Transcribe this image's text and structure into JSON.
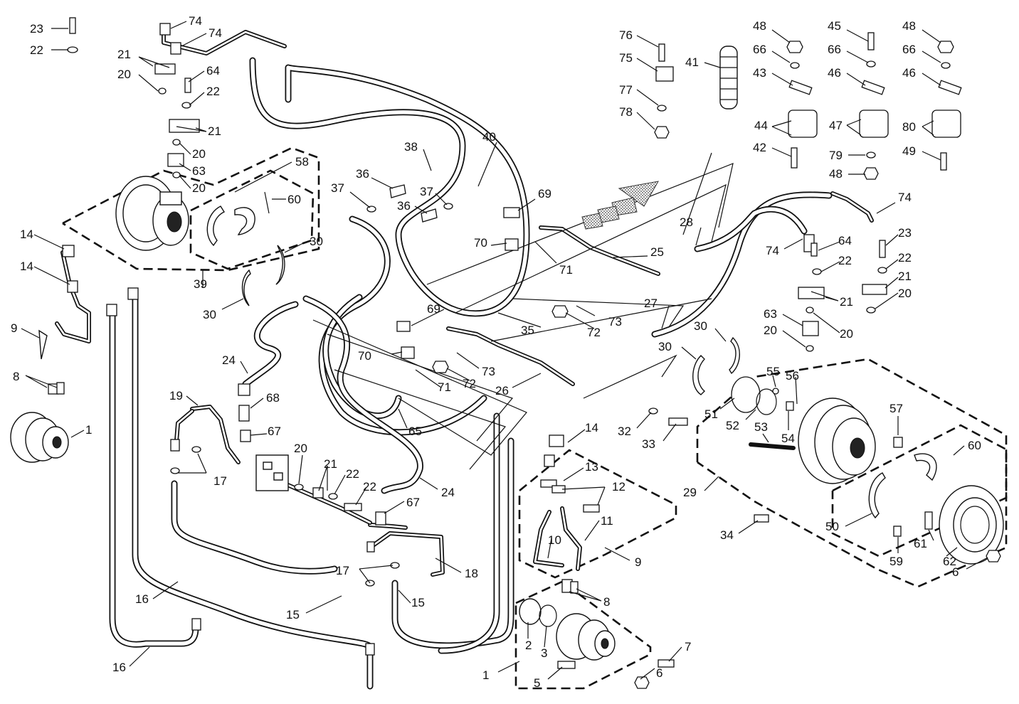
{
  "callouts": [
    {
      "id": "c23a",
      "text": "23"
    },
    {
      "id": "c22a",
      "text": "22"
    },
    {
      "id": "c74a",
      "text": "74"
    },
    {
      "id": "c74b",
      "text": "74"
    },
    {
      "id": "c21a",
      "text": "21"
    },
    {
      "id": "c20a",
      "text": "20"
    },
    {
      "id": "c64a",
      "text": "64"
    },
    {
      "id": "c22b",
      "text": "22"
    },
    {
      "id": "c21b",
      "text": "21"
    },
    {
      "id": "c20b",
      "text": "20"
    },
    {
      "id": "c63a",
      "text": "63"
    },
    {
      "id": "c20c",
      "text": "20"
    },
    {
      "id": "c58",
      "text": "58"
    },
    {
      "id": "c60a",
      "text": "60"
    },
    {
      "id": "c39",
      "text": "39"
    },
    {
      "id": "c30a",
      "text": "30"
    },
    {
      "id": "c30b",
      "text": "30"
    },
    {
      "id": "c14a",
      "text": "14"
    },
    {
      "id": "c14b",
      "text": "14"
    },
    {
      "id": "c9a",
      "text": "9"
    },
    {
      "id": "c8a",
      "text": "8"
    },
    {
      "id": "c1a",
      "text": "1"
    },
    {
      "id": "c38",
      "text": "38"
    },
    {
      "id": "c40",
      "text": "40"
    },
    {
      "id": "c36a",
      "text": "36"
    },
    {
      "id": "c37a",
      "text": "37"
    },
    {
      "id": "c37b",
      "text": "37"
    },
    {
      "id": "c36b",
      "text": "36"
    },
    {
      "id": "c69a",
      "text": "69"
    },
    {
      "id": "c70a",
      "text": "70"
    },
    {
      "id": "c71a",
      "text": "71"
    },
    {
      "id": "c25",
      "text": "25"
    },
    {
      "id": "c73a",
      "text": "73"
    },
    {
      "id": "c72a",
      "text": "72"
    },
    {
      "id": "c35",
      "text": "35"
    },
    {
      "id": "c69b",
      "text": "69"
    },
    {
      "id": "c70b",
      "text": "70"
    },
    {
      "id": "c71b",
      "text": "71"
    },
    {
      "id": "c72b",
      "text": "72"
    },
    {
      "id": "c73b",
      "text": "73"
    },
    {
      "id": "c26",
      "text": "26"
    },
    {
      "id": "c24a",
      "text": "24"
    },
    {
      "id": "c19",
      "text": "19"
    },
    {
      "id": "c68",
      "text": "68"
    },
    {
      "id": "c67a",
      "text": "67"
    },
    {
      "id": "c20d",
      "text": "20"
    },
    {
      "id": "c21c",
      "text": "21"
    },
    {
      "id": "c22c",
      "text": "22"
    },
    {
      "id": "c22d",
      "text": "22"
    },
    {
      "id": "c17a",
      "text": "17"
    },
    {
      "id": "c65",
      "text": "65"
    },
    {
      "id": "c24b",
      "text": "24"
    },
    {
      "id": "c67b",
      "text": "67"
    },
    {
      "id": "c18",
      "text": "18"
    },
    {
      "id": "c17b",
      "text": "17"
    },
    {
      "id": "c15a",
      "text": "15"
    },
    {
      "id": "c15b",
      "text": "15"
    },
    {
      "id": "c16a",
      "text": "16"
    },
    {
      "id": "c16b",
      "text": "16"
    },
    {
      "id": "c76",
      "text": "76"
    },
    {
      "id": "c75",
      "text": "75"
    },
    {
      "id": "c77",
      "text": "77"
    },
    {
      "id": "c78",
      "text": "78"
    },
    {
      "id": "c41",
      "text": "41"
    },
    {
      "id": "c48a",
      "text": "48"
    },
    {
      "id": "c66a",
      "text": "66"
    },
    {
      "id": "c43",
      "text": "43"
    },
    {
      "id": "c44",
      "text": "44"
    },
    {
      "id": "c42",
      "text": "42"
    },
    {
      "id": "c45",
      "text": "45"
    },
    {
      "id": "c66b",
      "text": "66"
    },
    {
      "id": "c46a",
      "text": "46"
    },
    {
      "id": "c47",
      "text": "47"
    },
    {
      "id": "c79",
      "text": "79"
    },
    {
      "id": "c48b",
      "text": "48"
    },
    {
      "id": "c48c",
      "text": "48"
    },
    {
      "id": "c66c",
      "text": "66"
    },
    {
      "id": "c46b",
      "text": "46"
    },
    {
      "id": "c80",
      "text": "80"
    },
    {
      "id": "c49",
      "text": "49"
    },
    {
      "id": "c74c",
      "text": "74"
    },
    {
      "id": "c28",
      "text": "28"
    },
    {
      "id": "c74d",
      "text": "74"
    },
    {
      "id": "c64b",
      "text": "64"
    },
    {
      "id": "c22e",
      "text": "22"
    },
    {
      "id": "c23b",
      "text": "23"
    },
    {
      "id": "c22f",
      "text": "22"
    },
    {
      "id": "c21d",
      "text": "21"
    },
    {
      "id": "c20e",
      "text": "20"
    },
    {
      "id": "c21e",
      "text": "21"
    },
    {
      "id": "c63b",
      "text": "63"
    },
    {
      "id": "c20f",
      "text": "20"
    },
    {
      "id": "c20g",
      "text": "20"
    },
    {
      "id": "c27",
      "text": "27"
    },
    {
      "id": "c30c",
      "text": "30"
    },
    {
      "id": "c30d",
      "text": "30"
    },
    {
      "id": "c55",
      "text": "55"
    },
    {
      "id": "c56",
      "text": "56"
    },
    {
      "id": "c51",
      "text": "51"
    },
    {
      "id": "c52",
      "text": "52"
    },
    {
      "id": "c53",
      "text": "53"
    },
    {
      "id": "c54",
      "text": "54"
    },
    {
      "id": "c57",
      "text": "57"
    },
    {
      "id": "c60b",
      "text": "60"
    },
    {
      "id": "c32",
      "text": "32"
    },
    {
      "id": "c33",
      "text": "33"
    },
    {
      "id": "c29",
      "text": "29"
    },
    {
      "id": "c14c",
      "text": "14"
    },
    {
      "id": "c13",
      "text": "13"
    },
    {
      "id": "c12",
      "text": "12"
    },
    {
      "id": "c11",
      "text": "11"
    },
    {
      "id": "c10",
      "text": "10"
    },
    {
      "id": "c9b",
      "text": "9"
    },
    {
      "id": "c8b",
      "text": "8"
    },
    {
      "id": "c2",
      "text": "2"
    },
    {
      "id": "c3",
      "text": "3"
    },
    {
      "id": "c1b",
      "text": "1"
    },
    {
      "id": "c5",
      "text": "5"
    },
    {
      "id": "c6a",
      "text": "6"
    },
    {
      "id": "c7",
      "text": "7"
    },
    {
      "id": "c50",
      "text": "50"
    },
    {
      "id": "c34",
      "text": "34"
    },
    {
      "id": "c61",
      "text": "61"
    },
    {
      "id": "c62",
      "text": "62"
    },
    {
      "id": "c59",
      "text": "59"
    },
    {
      "id": "c6b",
      "text": "6"
    }
  ],
  "colors": {
    "line": "#111111",
    "background": "#ffffff",
    "hatch": "#555555"
  },
  "icons": {
    "direction_arrow": "forward-direction-arrow-icon"
  }
}
